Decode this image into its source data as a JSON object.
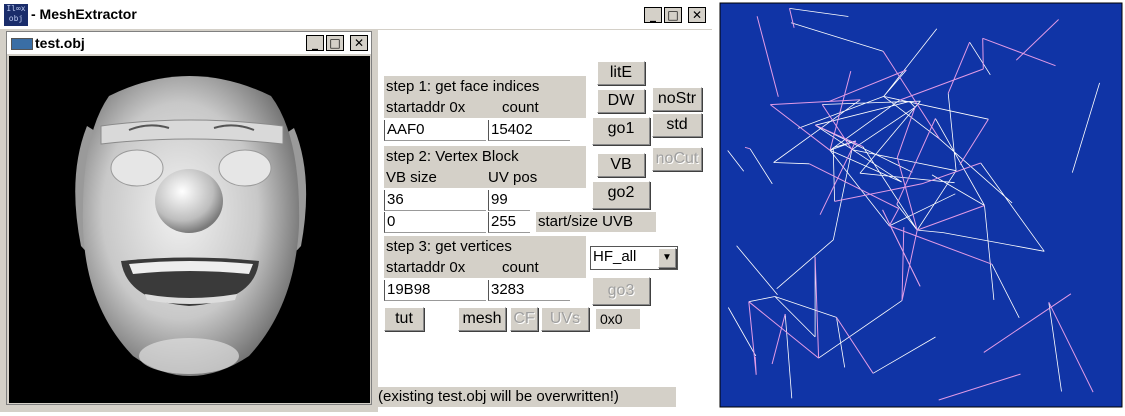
{
  "app": {
    "icon_text": "Il∞x obj",
    "title": "- MeshExtractor",
    "title_buttons": [
      "_",
      "□",
      "✕"
    ]
  },
  "child_window": {
    "title": "test.obj",
    "title_buttons": [
      "_",
      "□",
      "✕"
    ]
  },
  "step1": {
    "heading": "step 1: get face indices",
    "startaddr_label": "startaddr 0x",
    "count_label": "count",
    "startaddr_value": "AAF0",
    "count_value": "15402"
  },
  "step2": {
    "heading": "step 2: Vertex Block",
    "vbsize_label": "VB size",
    "uvpos_label": "UV pos",
    "vbsize_value": "36",
    "uvpos_value": "99",
    "start_value": "0",
    "size_value": "255",
    "startsize_label": "start/size UVB"
  },
  "step3": {
    "heading": "step 3: get vertices",
    "startaddr_label": "startaddr 0x",
    "count_label": "count",
    "startaddr_value": "19B98",
    "count_value": "3283"
  },
  "buttons": {
    "litE": "litE",
    "DW": "DW",
    "noStr": "noStr",
    "go1": "go1",
    "std": "std",
    "VB": "VB",
    "noCut": "noCut",
    "go2": "go2",
    "go3": "go3",
    "tut": "tut",
    "mesh": "mesh",
    "CF": "CF",
    "UVs": "UVs"
  },
  "dropdown": {
    "selected": "HF_all",
    "arrow": "▼"
  },
  "hex_readout": "0x0",
  "warning": "(existing test.obj will be overwritten!)",
  "colors": {
    "uv_background": "#1034a6",
    "uv_wire_white": "#ffffff",
    "uv_wire_pink": "#e29be6",
    "viewport_background": "#000000",
    "face_shade": "#cfcfcf"
  }
}
